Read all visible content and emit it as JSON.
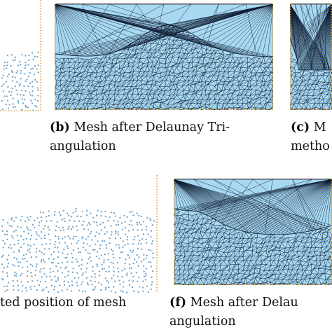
{
  "figure": {
    "colors": {
      "fluid": "#a8d8f2",
      "mesh_line": "#0b1a30",
      "particle": "#6fa3c9",
      "boundary": "#d9a33d",
      "frame": "#222222"
    },
    "panels": {
      "a_partial": {
        "caption_line1": "",
        "caption_line2": ""
      },
      "b": {
        "tag": "(b)",
        "caption_line1": " Mesh after Delaunay Tri-",
        "caption_line2": "angulation"
      },
      "c_partial": {
        "tag": "(c)",
        "caption_line1": " M",
        "caption_line2": "metho"
      },
      "d_partial": {
        "caption_line1": "ted position of mesh"
      },
      "f": {
        "tag": "(f)",
        "caption_line1": " Mesh after Delau",
        "caption_line2": "angulation"
      }
    }
  }
}
